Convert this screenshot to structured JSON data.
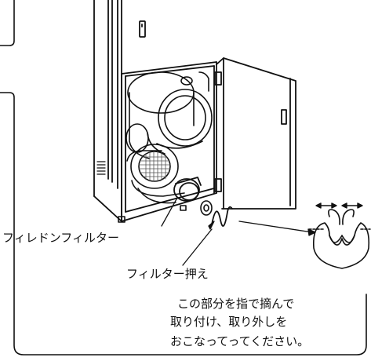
{
  "labels": {
    "filter": "フィレドンフィルター",
    "presser": "フィルター押え"
  },
  "note": {
    "line1": "この部分を指で摘んで",
    "line2": "取り付け、取り外しを",
    "line3": "おこなってってください。"
  },
  "colors": {
    "line": "#111111",
    "background": "#ffffff",
    "mesh": "#555555"
  }
}
